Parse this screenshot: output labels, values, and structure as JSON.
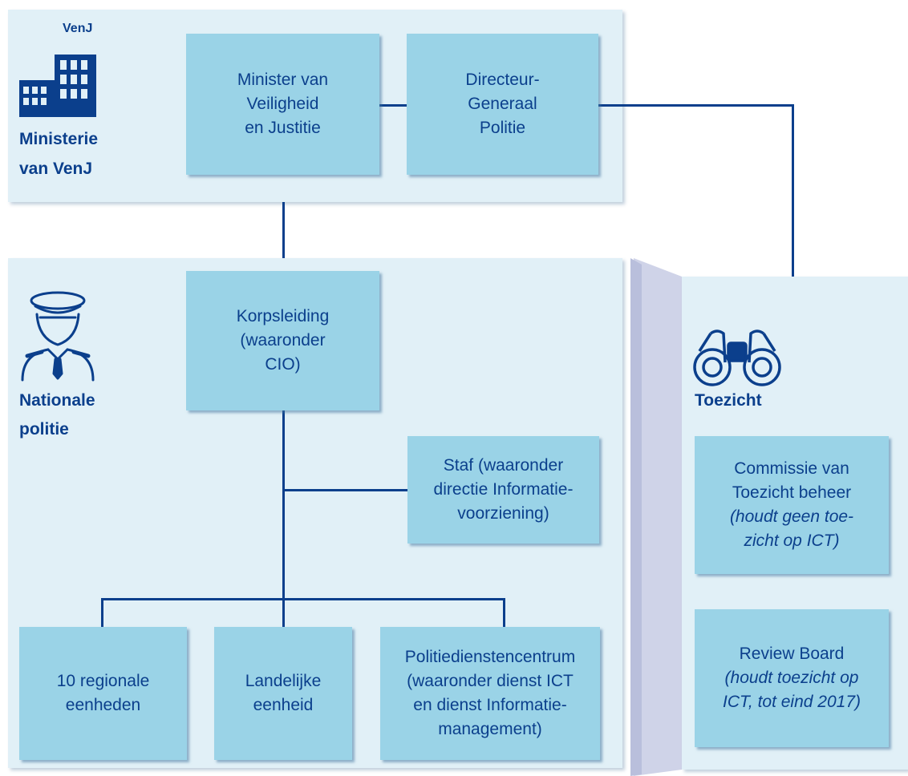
{
  "ministerie": {
    "logo_text": "VenJ",
    "label_line1": "Ministerie",
    "label_line2": "van VenJ",
    "minister": [
      "Minister van",
      "Veiligheid",
      "en Justitie"
    ],
    "dg": [
      "Directeur-",
      "Generaal",
      "Politie"
    ]
  },
  "politie": {
    "label_line1": "Nationale",
    "label_line2": "politie",
    "korpsleiding": [
      "Korpsleiding",
      "(waaronder",
      "CIO)"
    ],
    "staf": [
      "Staf (waaronder",
      "directie Informatie-",
      "voorziening)"
    ],
    "regionaal": [
      "10 regionale",
      "eenheden"
    ],
    "landelijk": [
      "Landelijke",
      "eenheid"
    ],
    "pdc": [
      "Politiedienstencentrum",
      "(waaronder dienst ICT",
      "en dienst Informatie-",
      "management)"
    ]
  },
  "toezicht": {
    "label": "Toezicht",
    "commissie": [
      "Commissie van",
      "Toezicht beheer"
    ],
    "commissie_note": [
      "(houdt geen toe-",
      "zicht op ICT)"
    ],
    "review": [
      "Review Board"
    ],
    "review_note": [
      "(houdt toezicht op",
      "ICT,  tot eind 2017)"
    ]
  },
  "colors": {
    "panel": "#e1f0f7",
    "box": "#9ad3e7",
    "line": "#0b3f8c",
    "text": "#0b3f8c"
  }
}
